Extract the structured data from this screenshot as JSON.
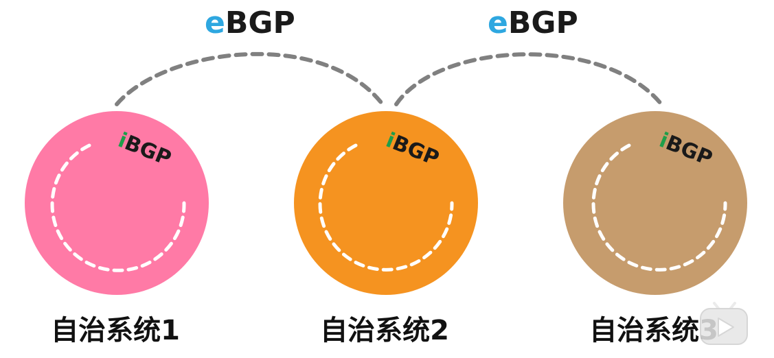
{
  "colors": {
    "ebgp_prefix": "#2ea7e0",
    "ebgp_suffix": "#1a1a1a",
    "ibgp_prefix": "#1e9e4a",
    "ibgp_suffix": "#1a1a1a",
    "link": "#808080",
    "inner_ring": "#ffffff",
    "label": "#111111"
  },
  "ebgp_links": [
    {
      "prefix": "e",
      "suffix": "BGP"
    },
    {
      "prefix": "e",
      "suffix": "BGP"
    }
  ],
  "autonomous_systems": [
    {
      "name": "自治系统1",
      "ibgp_prefix": "i",
      "ibgp_suffix": "BGP",
      "color": "#ff7aa6"
    },
    {
      "name": "自治系统2",
      "ibgp_prefix": "i",
      "ibgp_suffix": "BGP",
      "color": "#f59320"
    },
    {
      "name": "自治系统3",
      "ibgp_prefix": "i",
      "ibgp_suffix": "BGP",
      "color": "#c69c6d"
    }
  ],
  "watermark_icon": "video-play-icon"
}
